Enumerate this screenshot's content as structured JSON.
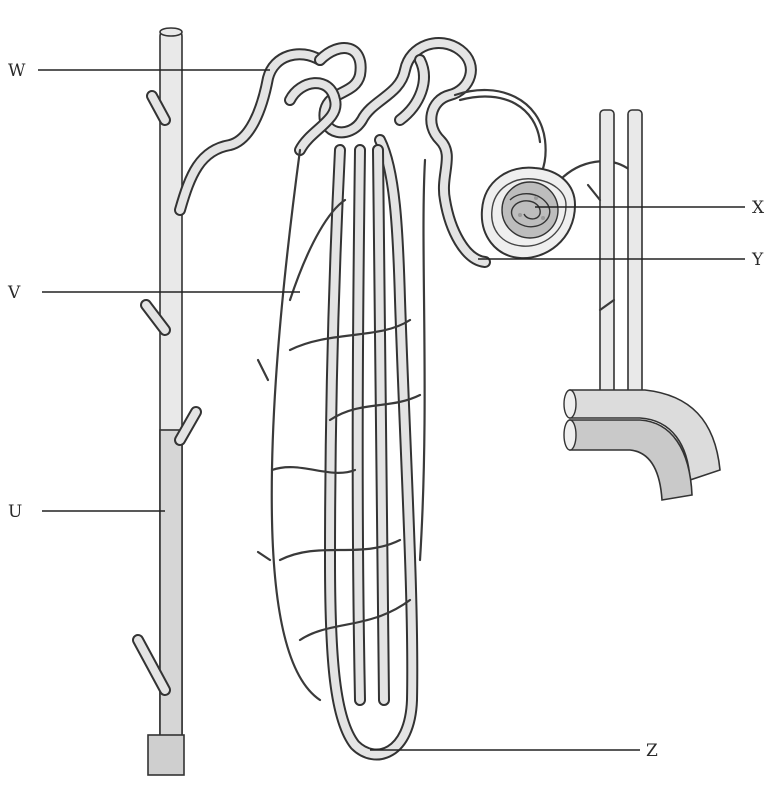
{
  "labels": {
    "w": "W",
    "v": "V",
    "u": "U",
    "x": "X",
    "y": "Y",
    "z": "Z"
  }
}
